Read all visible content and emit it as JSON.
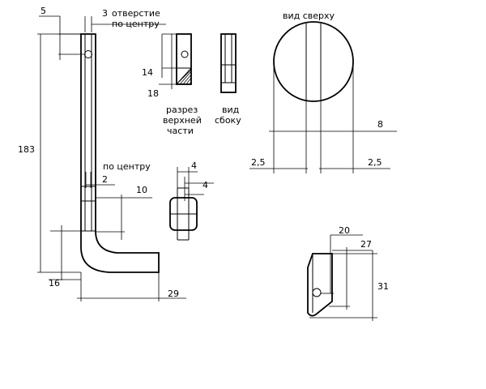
{
  "dimensions": {
    "d5": "5",
    "d3": "3",
    "d183": "183",
    "d16": "16",
    "d29": "29",
    "d2": "2",
    "d10": "10",
    "d14": "14",
    "d18": "18",
    "d4a": "4",
    "d4b": "4",
    "d8": "8",
    "d2_5_left": "2,5",
    "d2_5_right": "2,5",
    "d20": "20",
    "d27": "27",
    "d31": "31"
  },
  "labels": {
    "hole_line1": "отверстие",
    "hole_line2": "по центру",
    "center": "по центру",
    "top_view": "вид сверху",
    "section_line1": "разрез",
    "section_line2": "верхней",
    "section_line3": "части",
    "side_line1": "вид",
    "side_line2": "сбоку"
  }
}
